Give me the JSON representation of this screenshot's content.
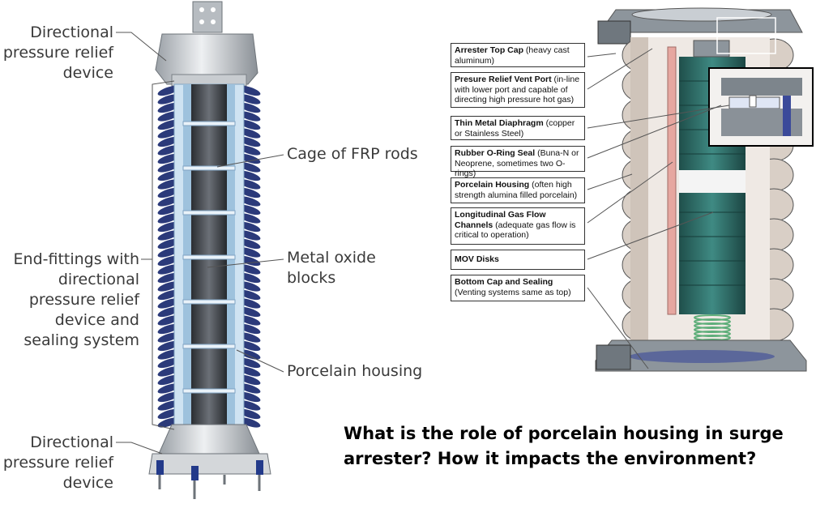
{
  "left_labels": {
    "top_relief": "Directional\npressure relief\ndevice",
    "end_fittings": "End-fittings with\ndirectional\npressure relief\ndevice and\nsealing system",
    "bottom_relief": "Directional\npressure relief\ndevice",
    "frp_rods": "Cage of FRP rods",
    "metal_oxide": "Metal oxide\nblocks",
    "porcelain": "Porcelain housing"
  },
  "callouts": [
    {
      "bold": "Arrester Top Cap",
      "rest": " (heavy cast aluminum)"
    },
    {
      "bold": "Presure Relief Vent Port",
      "rest": " (in-line with lower port and capable of directing high pressure hot gas)"
    },
    {
      "bold": "Thin Metal Diaphragm",
      "rest": " (copper or Stainless Steel)"
    },
    {
      "bold": "Rubber O-Ring Seal",
      "rest": " (Buna-N or Neoprene, sometimes two O-rings)"
    },
    {
      "bold": "Porcelain Housing",
      "rest": " (often high strength alumina filled porcelain)"
    },
    {
      "bold": "Longitudinal Gas Flow Channels",
      "rest": " (adequate gas flow is critical to operation)"
    },
    {
      "bold": "MOV Disks",
      "rest": ""
    },
    {
      "bold": "Bottom Cap and Sealing",
      "rest": " (Venting systems same as top)"
    }
  ],
  "question": "What is the role of porcelain housing in surge arrester? How it impacts the environment?",
  "colors": {
    "shed_blue": "#2b3a7a",
    "inner_light": "#cfe3f2",
    "metal": "#c9ccd0",
    "porcelain_beige": "#d9cfc6",
    "mov_green": "#2e6b66",
    "cap_gray": "#8d959c"
  }
}
